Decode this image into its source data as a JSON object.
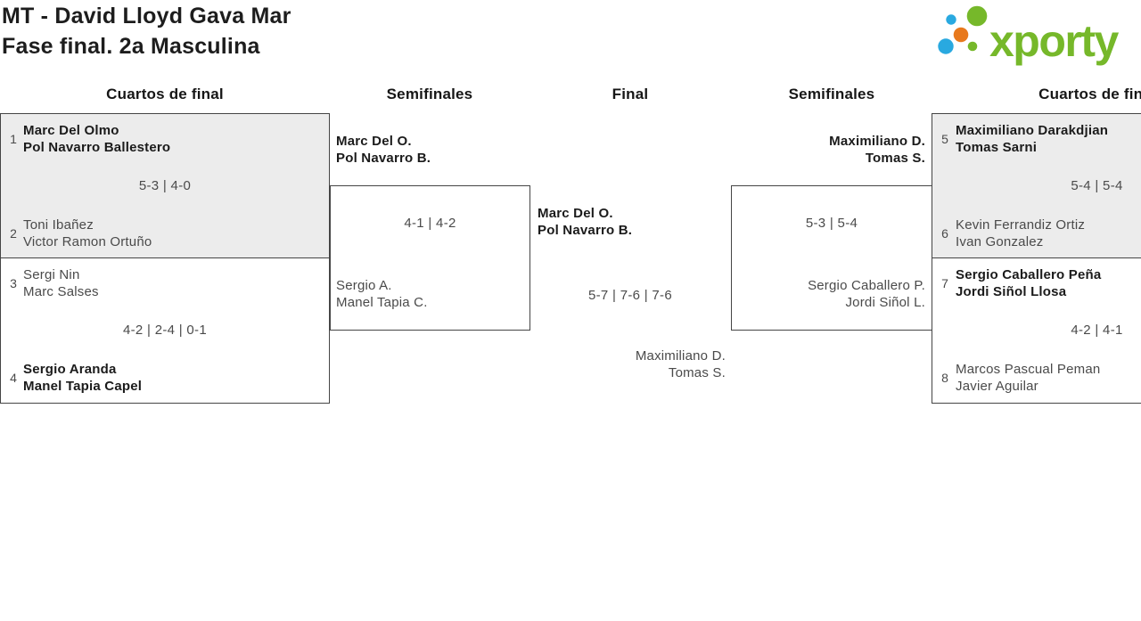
{
  "page": {
    "title_line1": "MT - David Lloyd Gava Mar",
    "title_line2": "Fase final. 2a Masculina"
  },
  "logo": {
    "brand": "xporty",
    "green": "#76b82a",
    "blue": "#29a9e0",
    "orange": "#e8791d"
  },
  "columns": [
    "Cuartos de final",
    "Semifinales",
    "Final",
    "Semifinales",
    "Cuartos de final"
  ],
  "bracket": {
    "qf_left_1": {
      "seed_top": "1",
      "top1": "Marc Del Olmo",
      "top2": "Pol Navarro Ballestero",
      "score": "5-3 | 4-0",
      "seed_bottom": "2",
      "bottom1": "Toni Ibañez",
      "bottom2": "Victor Ramon Ortuño"
    },
    "qf_left_2": {
      "seed_top": "3",
      "top1": "Sergi Nin",
      "top2": "Marc Salses",
      "score": "4-2 | 2-4 | 0-1",
      "seed_bottom": "4",
      "bottom1": "Sergio Aranda",
      "bottom2": "Manel Tapia Capel"
    },
    "sf_left": {
      "top1": "Marc Del O.",
      "top2": "Pol Navarro B.",
      "score": "4-1 | 4-2",
      "bottom1": "Sergio A.",
      "bottom2": "Manel Tapia C."
    },
    "final": {
      "top1": "Marc Del O.",
      "top2": "Pol Navarro B.",
      "score": "5-7 | 7-6 | 7-6",
      "bottom1": "Maximiliano D.",
      "bottom2": "Tomas S."
    },
    "sf_right": {
      "top1": "Maximiliano D.",
      "top2": "Tomas S.",
      "score": "5-3 | 5-4",
      "bottom1": "Sergio Caballero P.",
      "bottom2": "Jordi Siñol L."
    },
    "qf_right_1": {
      "seed_top": "5",
      "top1": "Maximiliano Darakdjian",
      "top2": "Tomas Sarni",
      "score": "5-4 | 5-4",
      "seed_bottom": "6",
      "bottom1": "Kevin Ferrandiz Ortiz",
      "bottom2": "Ivan Gonzalez"
    },
    "qf_right_2": {
      "seed_top": "7",
      "top1": "Sergio Caballero Peña",
      "top2": "Jordi Siñol Llosa",
      "score": "4-2 | 4-1",
      "seed_bottom": "8",
      "bottom1": "Marcos Pascual Peman",
      "bottom2": "Javier Aguilar"
    }
  }
}
